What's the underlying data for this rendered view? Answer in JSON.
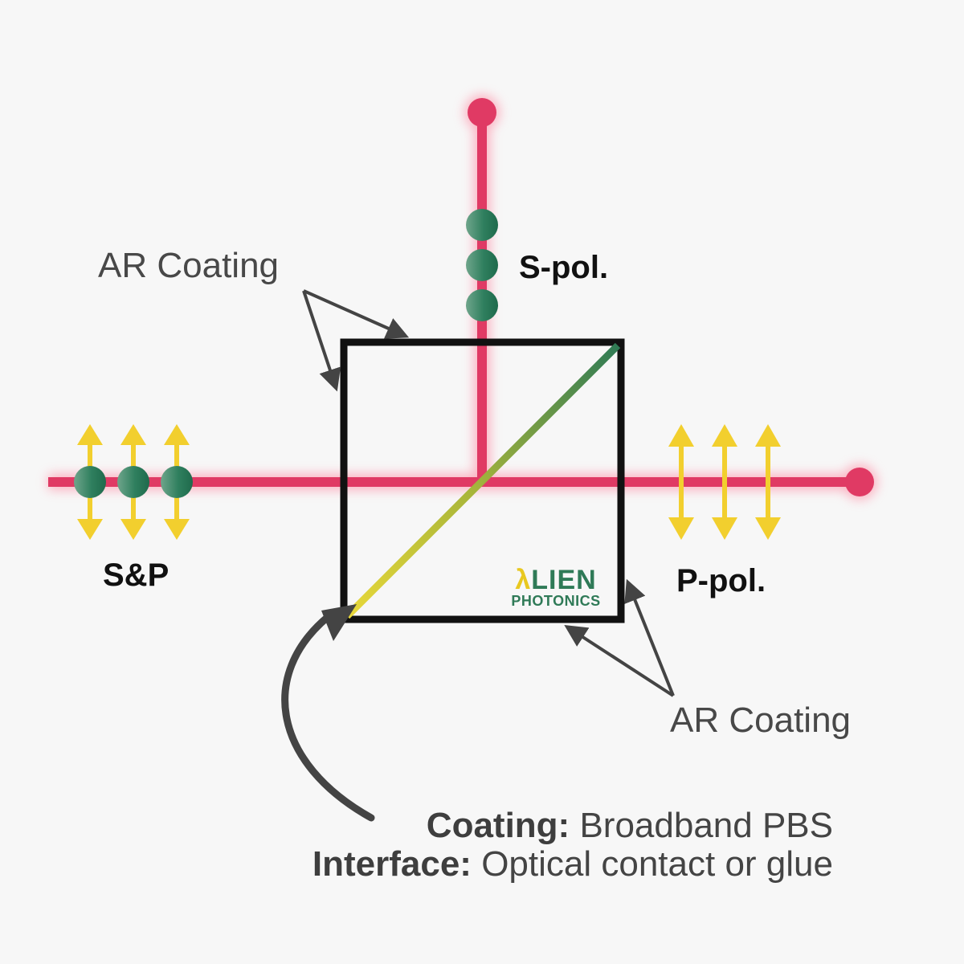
{
  "labels": {
    "ar_top": "AR Coating",
    "ar_bottom": "AR Coating",
    "s_pol": "S-pol.",
    "p_pol": "P-pol.",
    "s_and_p": "S&P"
  },
  "coating": {
    "title": "Coating:",
    "value": "Broadband PBS"
  },
  "interface": {
    "title": "Interface:",
    "value": "Optical contact or glue"
  },
  "logo": {
    "line1_lambda": "λ",
    "line1_rest": "LIEN",
    "line2": "PHOTONICS"
  },
  "colors": {
    "beam": "#e03a64",
    "glow": "#ff7a95",
    "arrow_yellow": "#f2cf2e",
    "dot_green": "#2f7f5e",
    "cube_border": "#111111",
    "interface_start": "#e8d83a",
    "interface_end": "#2e7a55",
    "callout_arrow": "#444444",
    "brand_green": "#2f7a57"
  },
  "icons": {
    "s_polarization": "dot-into-page",
    "p_polarization": "vertical-double-arrow",
    "beam_end": "beam-endpoint-dot"
  }
}
